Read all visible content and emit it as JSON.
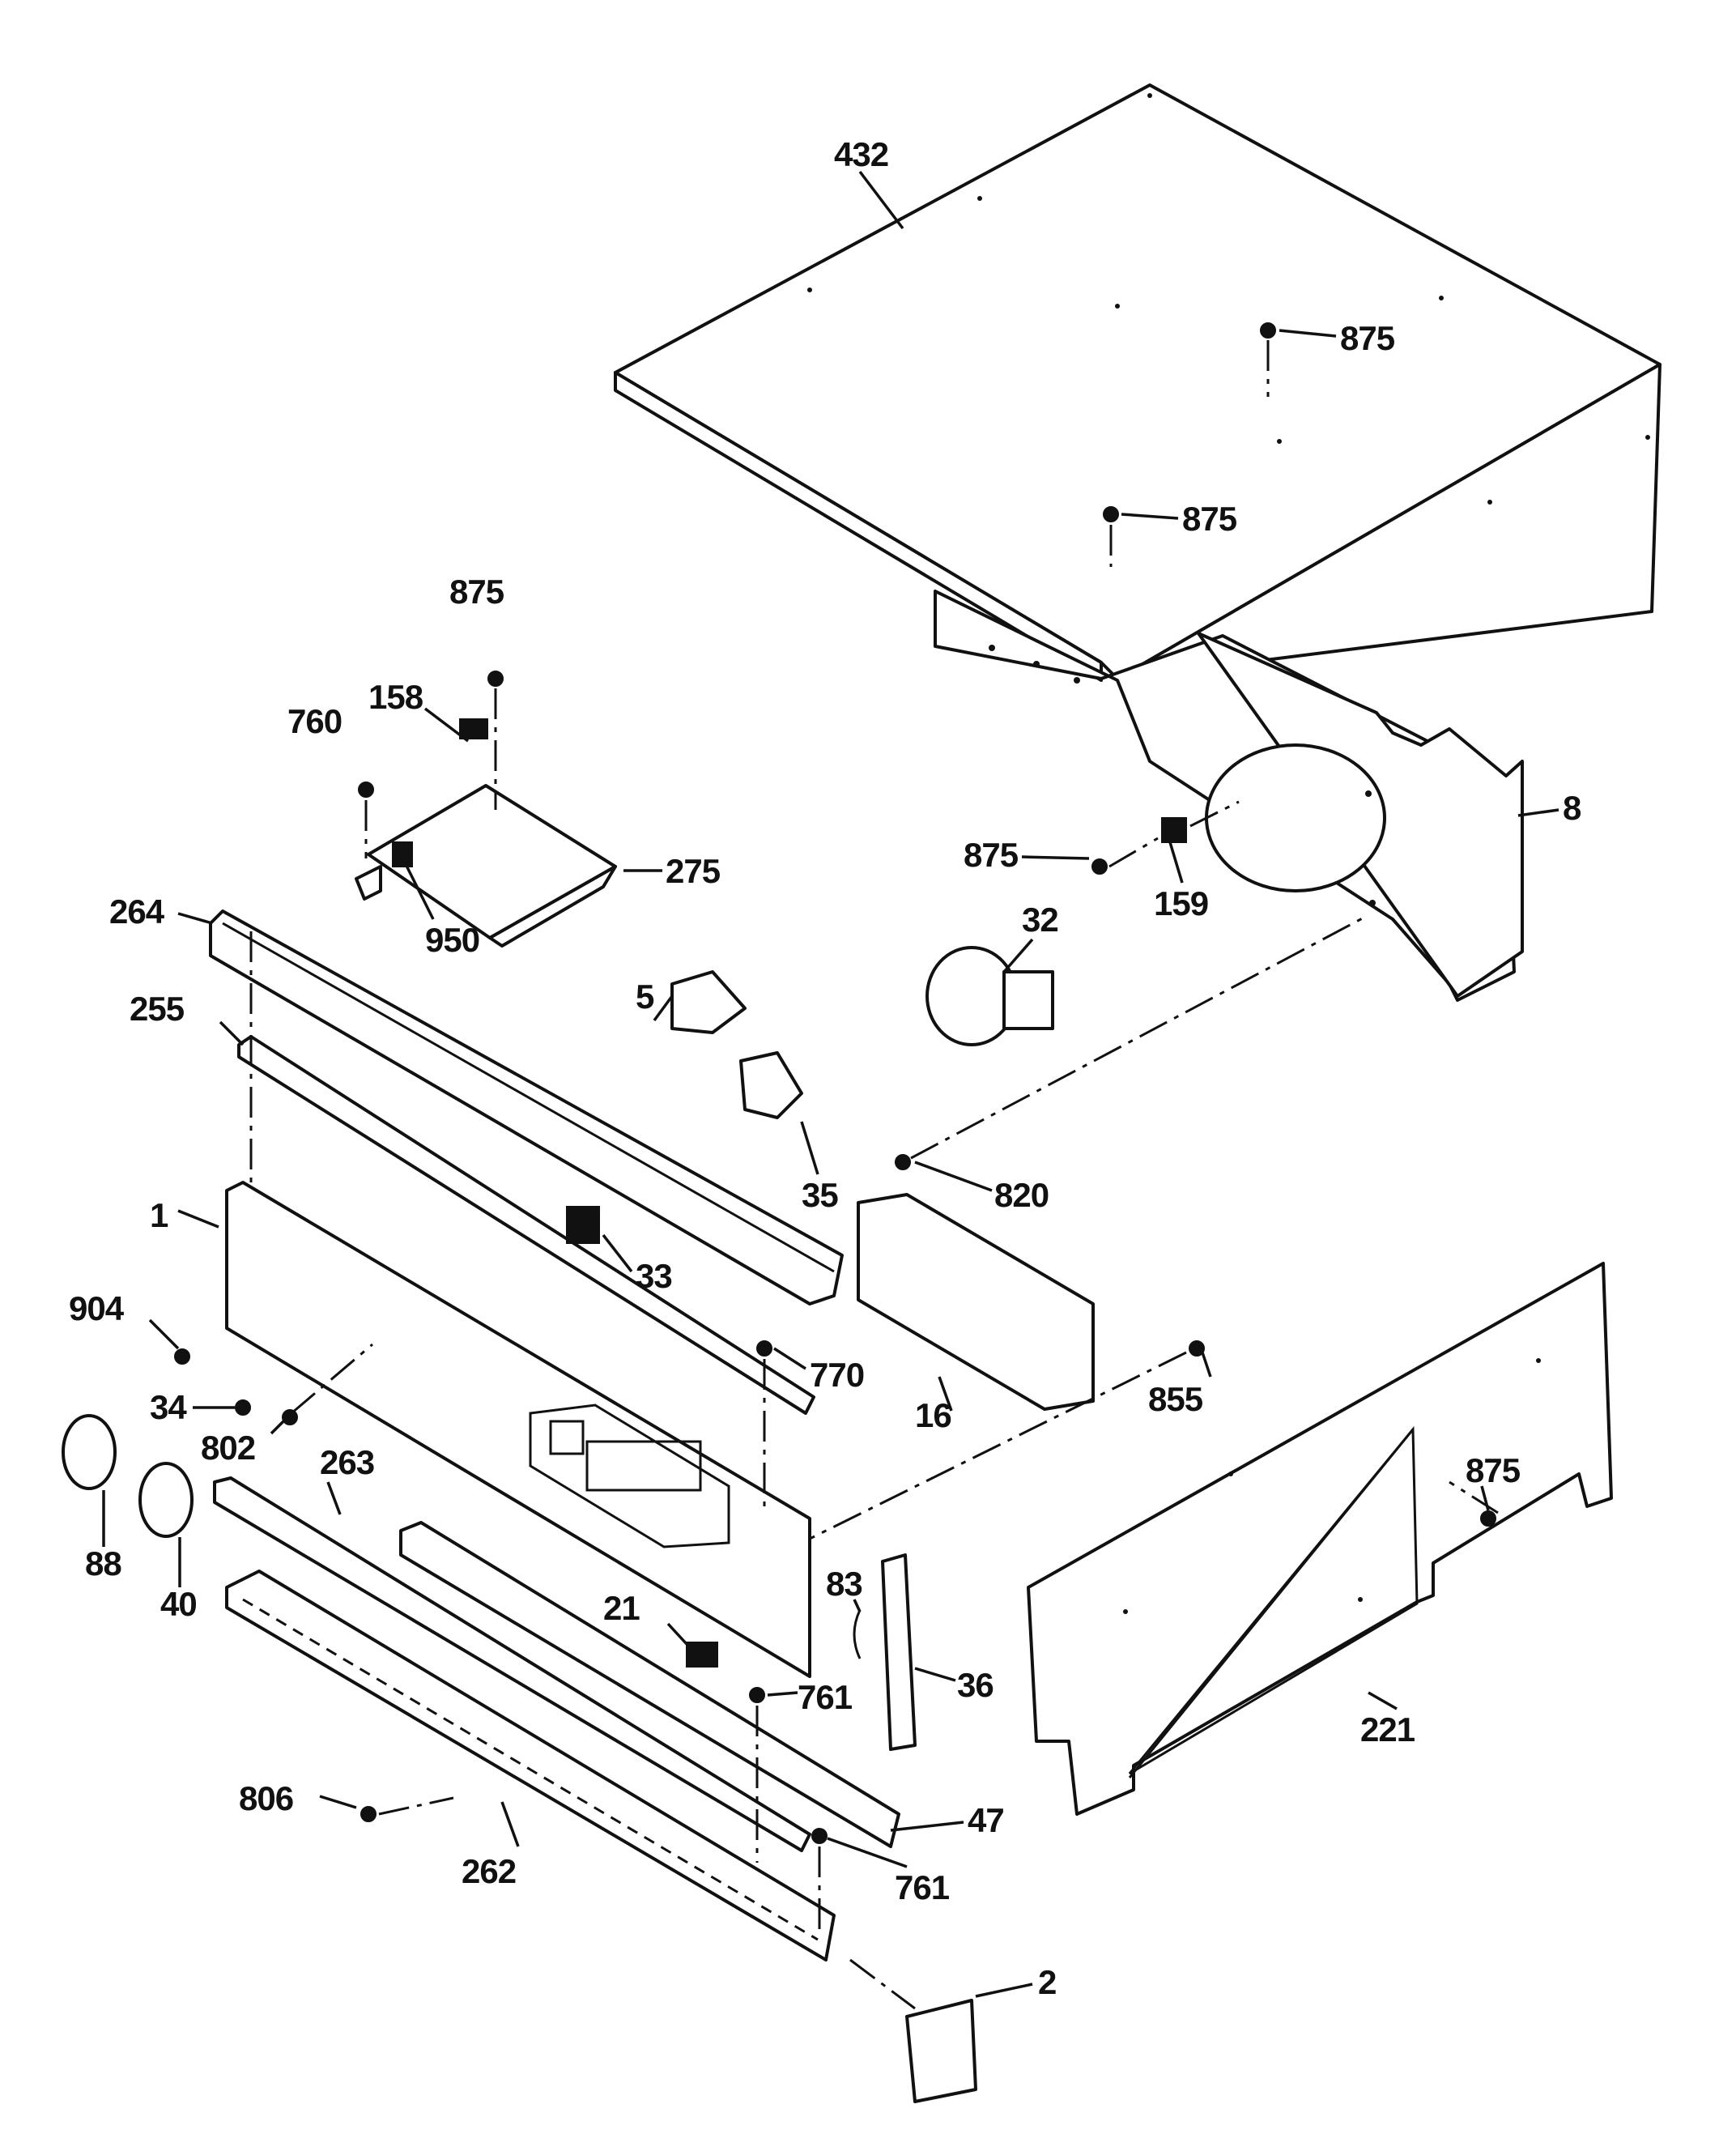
{
  "callouts": [
    {
      "id": "c432",
      "text": "432"
    },
    {
      "id": "c875a",
      "text": "875"
    },
    {
      "id": "c875b",
      "text": "875"
    },
    {
      "id": "c875c",
      "text": "875"
    },
    {
      "id": "c158",
      "text": "158"
    },
    {
      "id": "c760",
      "text": "760"
    },
    {
      "id": "c275",
      "text": "275"
    },
    {
      "id": "c264",
      "text": "264"
    },
    {
      "id": "c950",
      "text": "950"
    },
    {
      "id": "c255",
      "text": "255"
    },
    {
      "id": "c5",
      "text": "5"
    },
    {
      "id": "c32",
      "text": "32"
    },
    {
      "id": "c8",
      "text": "8"
    },
    {
      "id": "c875d",
      "text": "875"
    },
    {
      "id": "c159",
      "text": "159"
    },
    {
      "id": "c35",
      "text": "35"
    },
    {
      "id": "c820",
      "text": "820"
    },
    {
      "id": "c1",
      "text": "1"
    },
    {
      "id": "c33",
      "text": "33"
    },
    {
      "id": "c904",
      "text": "904"
    },
    {
      "id": "c770",
      "text": "770"
    },
    {
      "id": "c16",
      "text": "16"
    },
    {
      "id": "c855",
      "text": "855"
    },
    {
      "id": "c34",
      "text": "34"
    },
    {
      "id": "c802",
      "text": "802"
    },
    {
      "id": "c263",
      "text": "263"
    },
    {
      "id": "c875e",
      "text": "875"
    },
    {
      "id": "c88",
      "text": "88"
    },
    {
      "id": "c40",
      "text": "40"
    },
    {
      "id": "c83",
      "text": "83"
    },
    {
      "id": "c21",
      "text": "21"
    },
    {
      "id": "c36",
      "text": "36"
    },
    {
      "id": "c761a",
      "text": "761"
    },
    {
      "id": "c221",
      "text": "221"
    },
    {
      "id": "c806",
      "text": "806"
    },
    {
      "id": "c47",
      "text": "47"
    },
    {
      "id": "c262",
      "text": "262"
    },
    {
      "id": "c761b",
      "text": "761"
    },
    {
      "id": "c2",
      "text": "2"
    }
  ]
}
